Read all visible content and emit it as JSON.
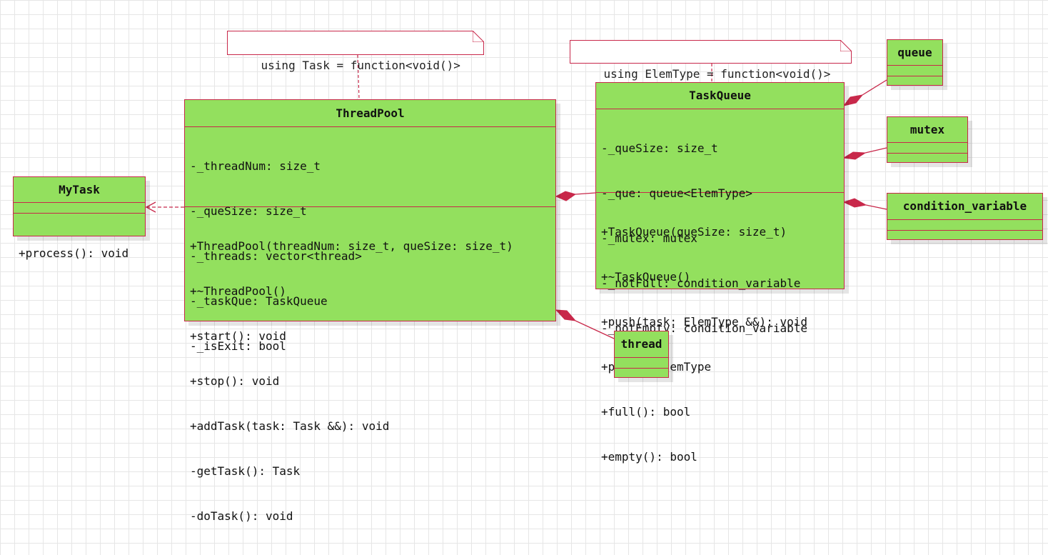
{
  "notes": {
    "task_alias": "using Task = function<void()>",
    "elem_alias": "using ElemType = function<void()>"
  },
  "classes": {
    "threadpool": {
      "name": "ThreadPool",
      "attributes": [
        "-_threadNum: size_t",
        "-_queSize: size_t",
        "-_threads: vector<thread>",
        "-_taskQue: TaskQueue",
        "-_isExit: bool"
      ],
      "operations": [
        "+ThreadPool(threadNum: size_t, queSize: size_t)",
        "+~ThreadPool()",
        "+start(): void",
        "+stop(): void",
        "+addTask(task: Task &&): void",
        "-getTask(): Task",
        "-doTask(): void"
      ]
    },
    "taskqueue": {
      "name": "TaskQueue",
      "attributes": [
        "-_queSize: size_t",
        "-_que: queue<ElemType>",
        "-_mutex: mutex",
        "-_notFull: condition_variable",
        "-_notEmpty: condition_variable"
      ],
      "operations": [
        "+TaskQueue(queSize: size_t)",
        "+~TaskQueue()",
        "+push(task: ElemType &&): void",
        "+pop(): ElemType",
        "+full(): bool",
        "+empty(): bool"
      ]
    },
    "mytask": {
      "name": "MyTask",
      "operations": [
        "+process(): void"
      ]
    },
    "queue": {
      "name": "queue"
    },
    "mutex": {
      "name": "mutex"
    },
    "condition_variable": {
      "name": "condition_variable"
    },
    "thread": {
      "name": "thread"
    }
  },
  "relations": [
    {
      "type": "dependency",
      "from": "ThreadPool",
      "to": "MyTask"
    },
    {
      "type": "composition",
      "whole": "ThreadPool",
      "part": "TaskQueue"
    },
    {
      "type": "composition",
      "whole": "ThreadPool",
      "part": "thread"
    },
    {
      "type": "composition",
      "whole": "TaskQueue",
      "part": "queue"
    },
    {
      "type": "composition",
      "whole": "TaskQueue",
      "part": "mutex"
    },
    {
      "type": "composition",
      "whole": "TaskQueue",
      "part": "condition_variable"
    }
  ],
  "colors": {
    "class_fill": "#93e05e",
    "border": "#c8284a",
    "note_fill": "#ffffff"
  }
}
